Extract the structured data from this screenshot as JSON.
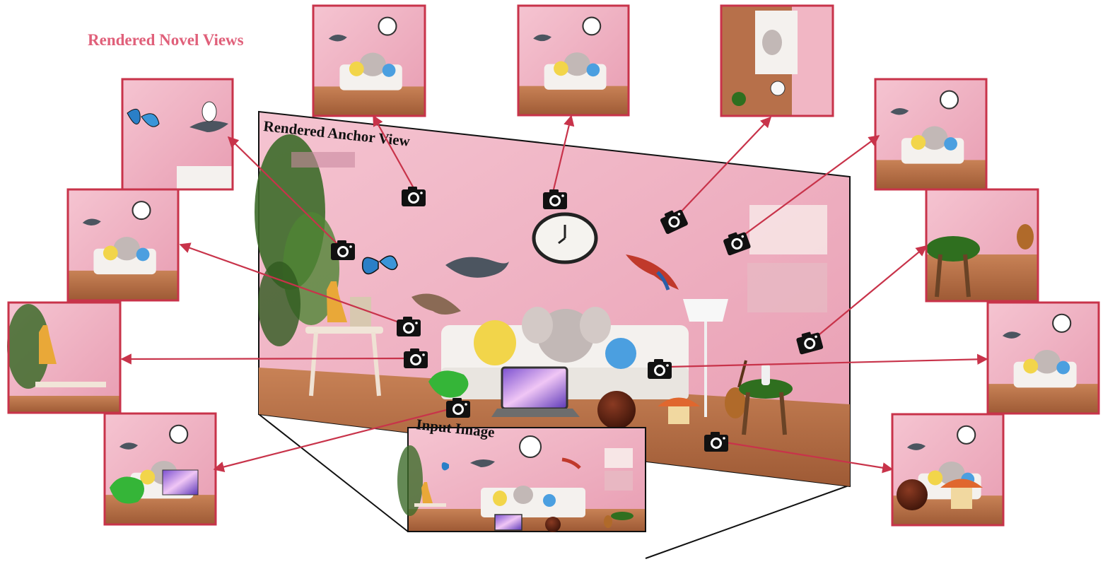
{
  "labels": {
    "novel_views": "Rendered Novel Views",
    "anchor_view": "Rendered Anchor View",
    "input_image": "Input Image"
  },
  "colors": {
    "accent_red": "#c8334a",
    "title_red": "#e0607a",
    "wall_pink": "#f1b6c4",
    "wall_pink_dark": "#e79bb0",
    "floor_wood": "#b7704a",
    "sofa_white": "#f3f1ee",
    "plant_green": "#3d6b2a",
    "camera_black": "#111111"
  },
  "icons": [
    "camera-icon",
    "clock-icon",
    "butterfly-icon",
    "bird-icon",
    "elephant-plush-icon",
    "laptop-icon",
    "ball-icon"
  ]
}
